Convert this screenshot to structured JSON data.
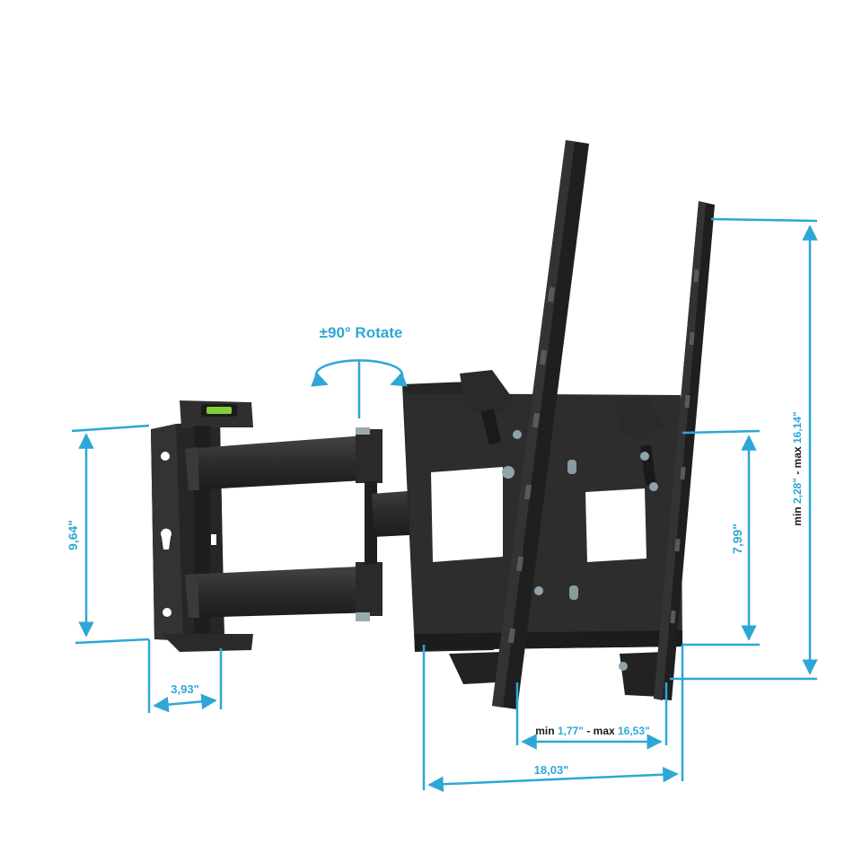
{
  "rotate_label": "±90° Rotate",
  "dimensions": {
    "wall_plate_height": "9,64\"",
    "wall_plate_depth": "3,93\"",
    "tv_plate_height": "7,99\"",
    "total_extension": "18,03\"",
    "extension_min_prefix": "min ",
    "extension_min_value": "1,77\"",
    "extension_mid": " - max ",
    "extension_max_value": "16,53\"",
    "vesa_min_prefix": "min ",
    "vesa_min_value": "2,28\"",
    "vesa_mid": " - max ",
    "vesa_max_value": "16,14\""
  },
  "colors": {
    "accent": "#2ea7d6",
    "metal": "#2b2b2b",
    "metal_light": "#4a4a4a",
    "text_dark": "#1a1a1a",
    "level_green": "#7fd03a"
  }
}
